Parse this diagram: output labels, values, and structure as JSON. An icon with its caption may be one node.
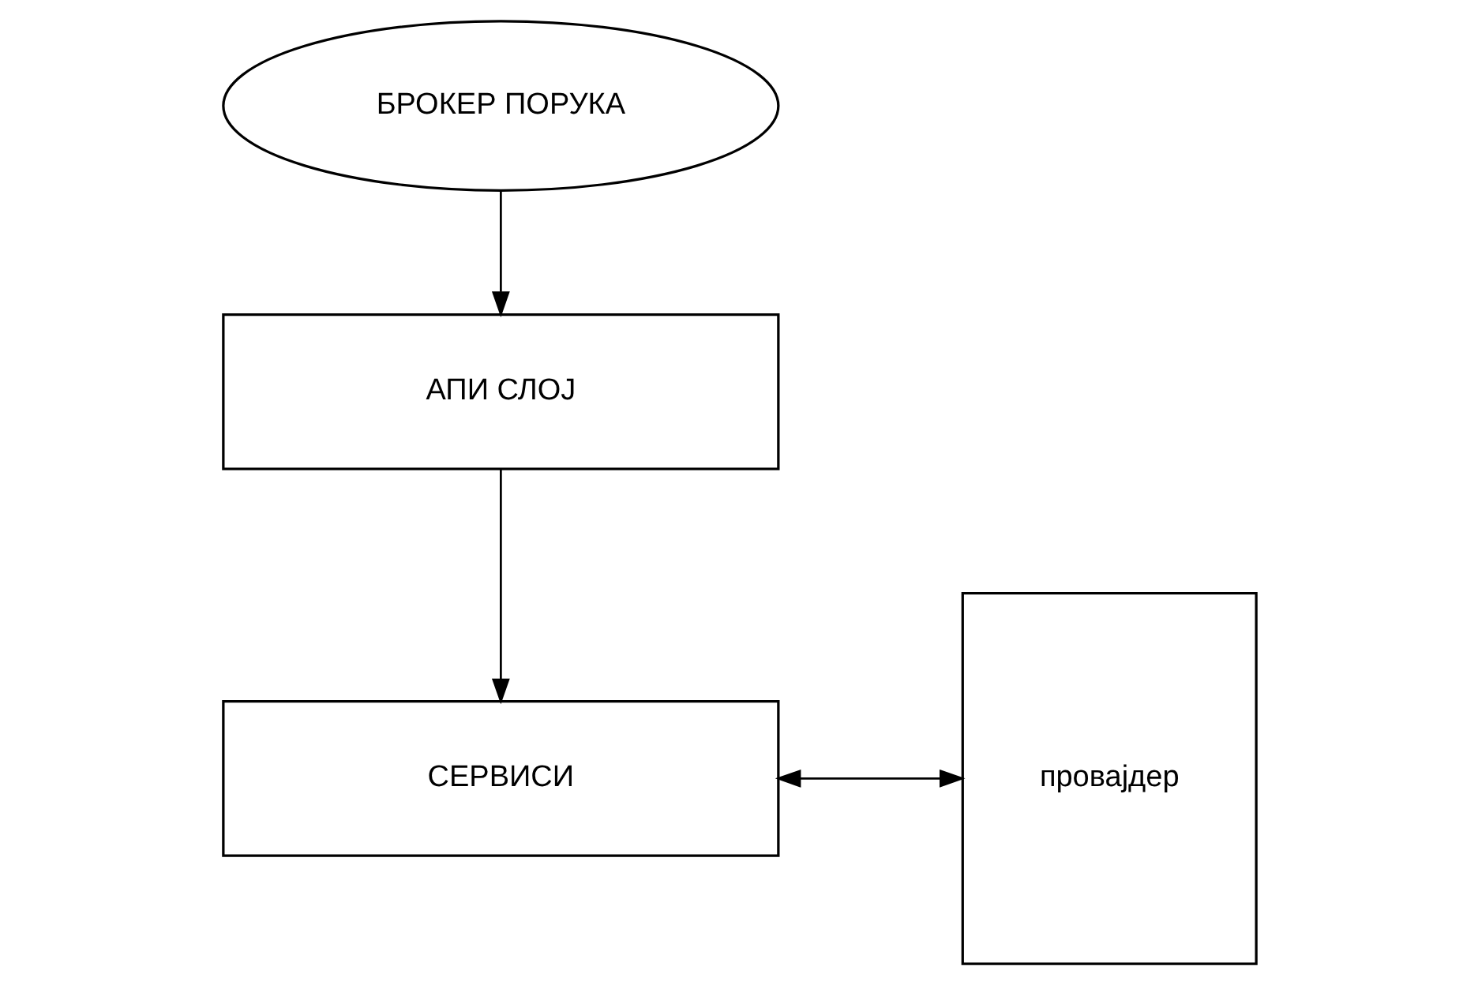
{
  "diagram": {
    "nodes": [
      {
        "text": [
          "БРОКЕР ПОРУКА"
        ]
      },
      {
        "text": [
          "АПИ СЛОЈ"
        ]
      },
      {
        "text": [
          "СЕРВИСИ"
        ]
      },
      {
        "text": [
          "провајдер"
        ]
      }
    ],
    "edges": [
      {
        "from": 0,
        "to": 1,
        "arrow": "to"
      },
      {
        "from": 1,
        "to": 2,
        "arrow": "to"
      },
      {
        "from": 2,
        "to": 3,
        "arrow": "both"
      }
    ]
  }
}
